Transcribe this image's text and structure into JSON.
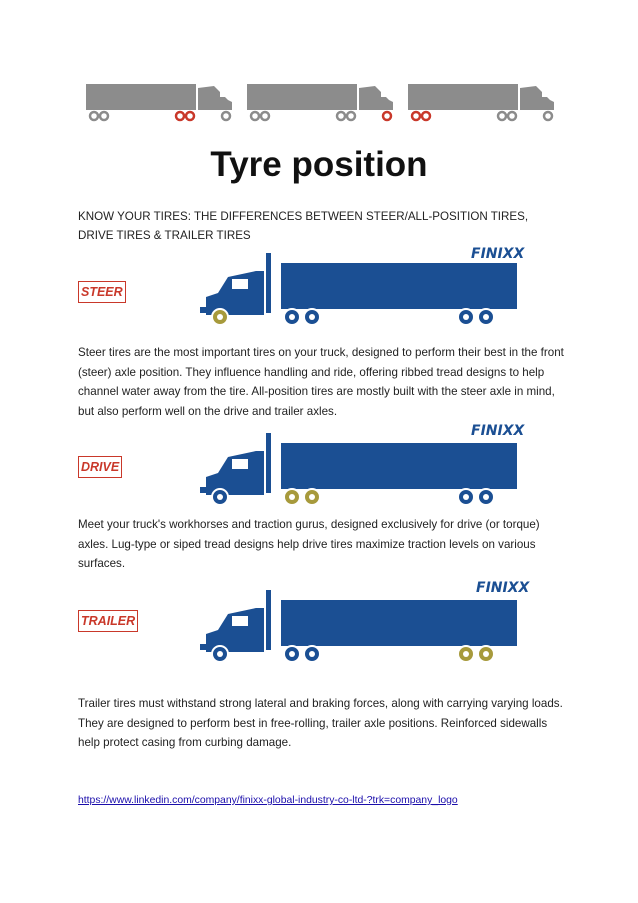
{
  "page": {
    "title": "Tyre position",
    "intro": "KNOW YOUR TIRES: THE DIFFERENCES BETWEEN STEER/ALL-POSITION TIRES, DRIVE TIRES & TRAILER TIRES",
    "brand": "FINIXX"
  },
  "sections": [
    {
      "label": "STEER",
      "text": "Steer tires are the most important tires on your truck, designed to perform their best in the front (steer) axle position. They influence handling and ride, offering ribbed tread designs to help channel water away from the tire. All-position tires are mostly built with the steer axle in mind, but also perform well on the drive and trailer axles."
    },
    {
      "label": "DRIVE",
      "text": "Meet your truck's workhorses and traction gurus, designed exclusively for drive (or torque) axles. Lug-type or siped tread designs help drive tires maximize traction levels on various surfaces."
    },
    {
      "label": "TRAILER",
      "text": "Trailer tires must withstand strong lateral and braking forces, along with carrying varying loads. They are designed to perform best in free-rolling, trailer axle positions. Reinforced sidewalls help protect casing from curbing damage."
    }
  ],
  "footer": {
    "link": "https://www.linkedin.com/company/finixx-global-industry-co-ltd-?trk=company_logo"
  },
  "colors": {
    "truck_blue": "#1b4f93",
    "highlight_wheel": "#a79a3c",
    "label_red": "#c9382a",
    "grey_truck": "#8c8c8c",
    "red_wheel": "#c9382a"
  }
}
